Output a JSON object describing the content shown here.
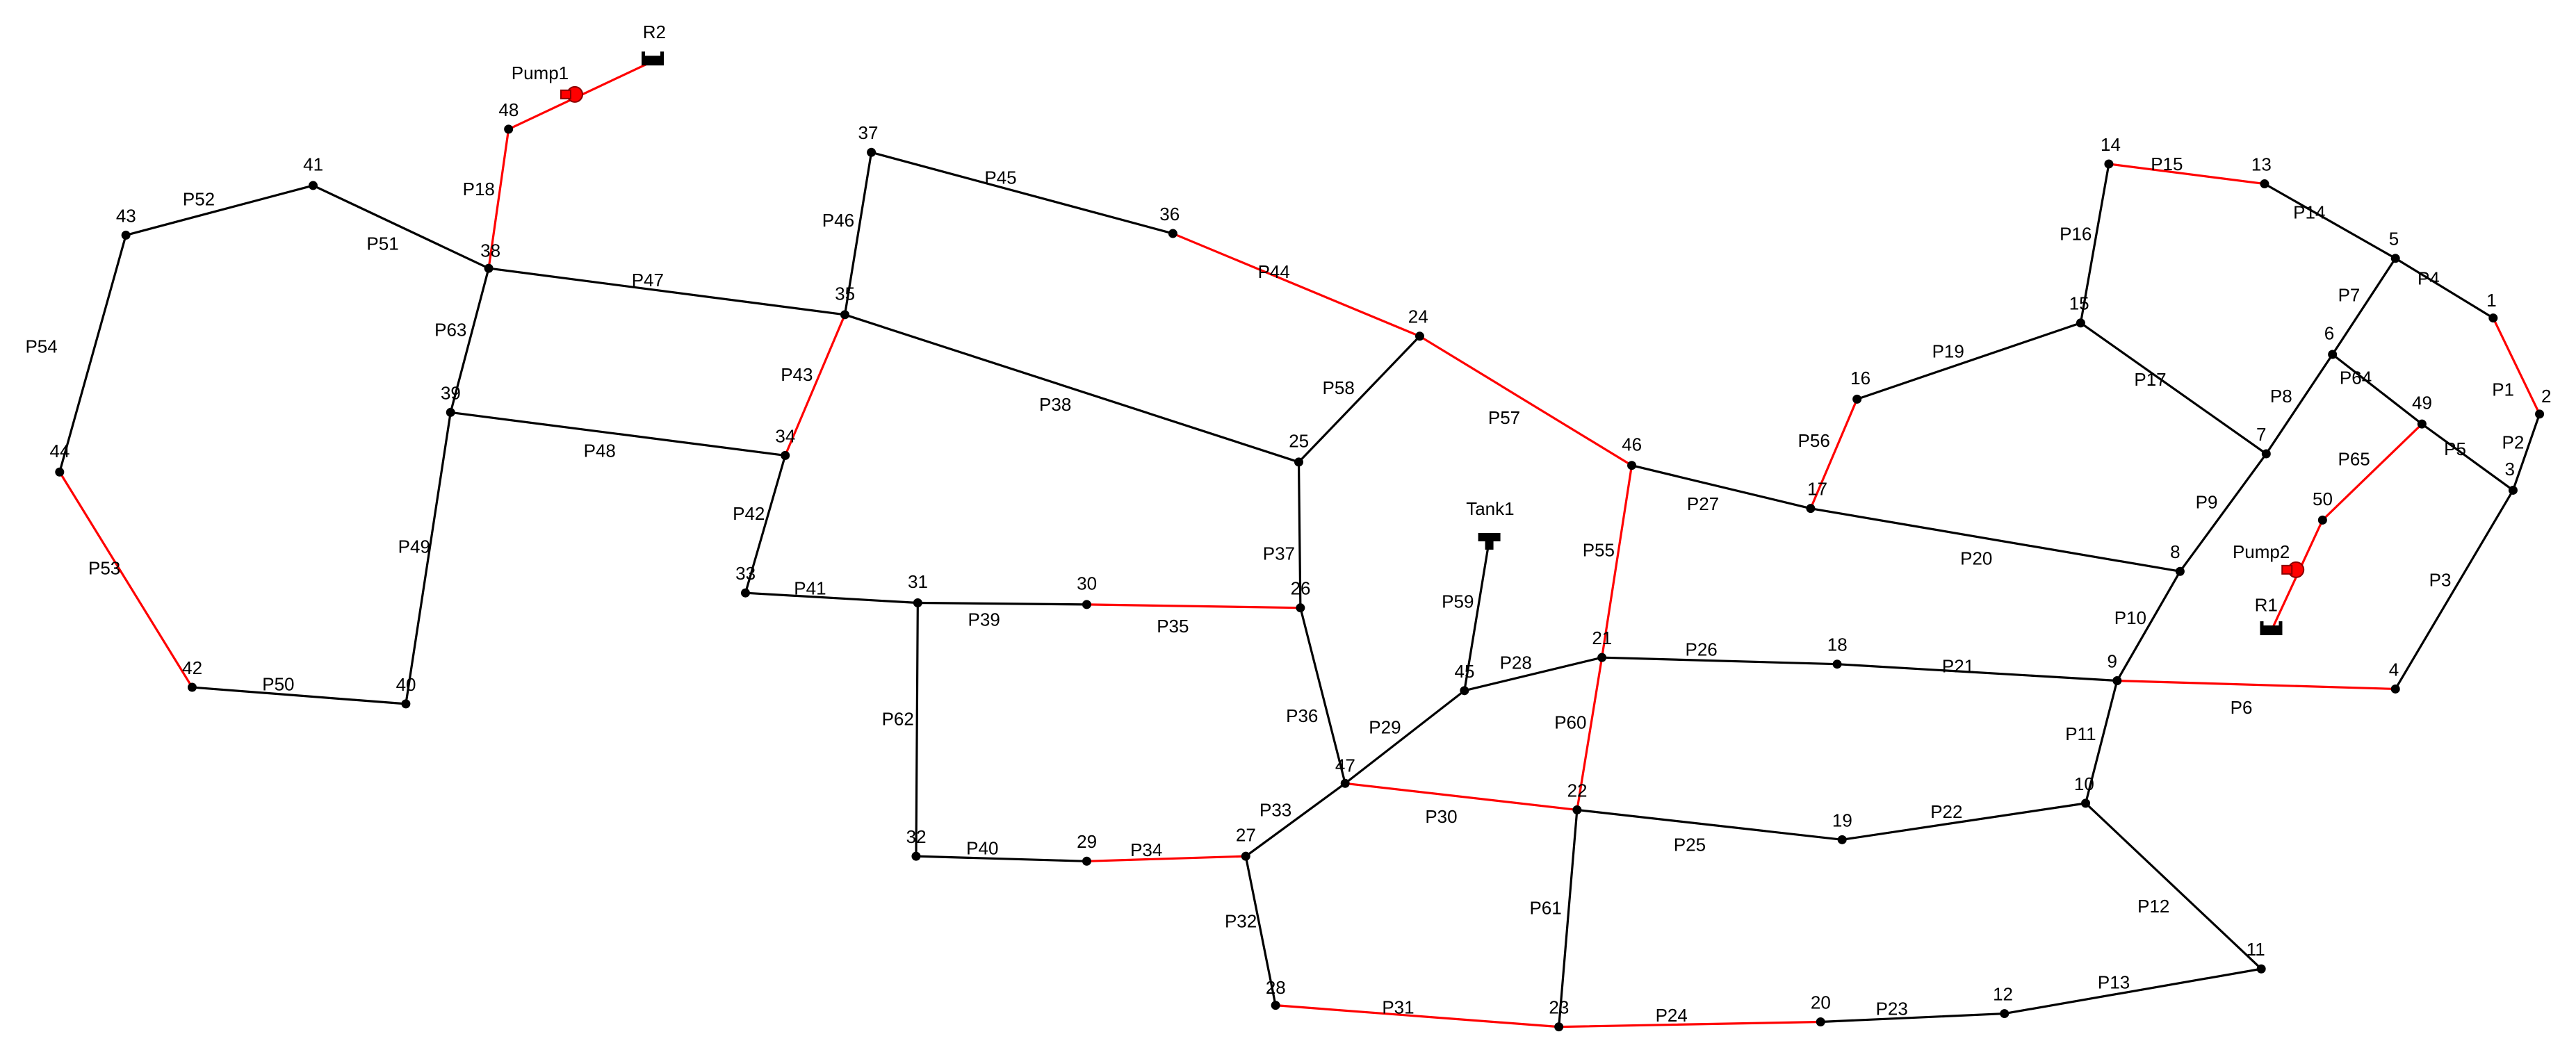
{
  "colors": {
    "background": "#ffffff",
    "pipe_default": "#000000",
    "pipe_highlighted": "#ff0000",
    "node": "#000000",
    "pump": "#ff0000"
  },
  "junctions": [
    "1",
    "2",
    "3",
    "4",
    "5",
    "6",
    "7",
    "8",
    "9",
    "10",
    "11",
    "12",
    "13",
    "14",
    "15",
    "16",
    "17",
    "18",
    "19",
    "20",
    "21",
    "22",
    "23",
    "24",
    "25",
    "26",
    "27",
    "28",
    "29",
    "30",
    "31",
    "32",
    "33",
    "34",
    "35",
    "36",
    "37",
    "38",
    "39",
    "40",
    "41",
    "42",
    "43",
    "44",
    "45",
    "46",
    "47",
    "48",
    "49",
    "50"
  ],
  "reservoirs": [
    "R1",
    "R2"
  ],
  "tanks": [
    "Tank1"
  ],
  "pumps": [
    {
      "id": "Pump1",
      "from": "R2",
      "to": "48"
    },
    {
      "id": "Pump2",
      "from": "R1",
      "to": "50"
    }
  ],
  "pipes": [
    {
      "id": "P1",
      "from": "1",
      "to": "2",
      "highlighted": true
    },
    {
      "id": "P2",
      "from": "2",
      "to": "3",
      "highlighted": false
    },
    {
      "id": "P3",
      "from": "3",
      "to": "4",
      "highlighted": false
    },
    {
      "id": "P4",
      "from": "5",
      "to": "1",
      "highlighted": false
    },
    {
      "id": "P5",
      "from": "49",
      "to": "3",
      "highlighted": false
    },
    {
      "id": "P6",
      "from": "9",
      "to": "4",
      "highlighted": true
    },
    {
      "id": "P7",
      "from": "5",
      "to": "6",
      "highlighted": false
    },
    {
      "id": "P8",
      "from": "6",
      "to": "7",
      "highlighted": false
    },
    {
      "id": "P9",
      "from": "7",
      "to": "8",
      "highlighted": false
    },
    {
      "id": "P10",
      "from": "8",
      "to": "9",
      "highlighted": false
    },
    {
      "id": "P11",
      "from": "9",
      "to": "10",
      "highlighted": false
    },
    {
      "id": "P12",
      "from": "10",
      "to": "11",
      "highlighted": false
    },
    {
      "id": "P13",
      "from": "12",
      "to": "11",
      "highlighted": false
    },
    {
      "id": "P14",
      "from": "13",
      "to": "5",
      "highlighted": false
    },
    {
      "id": "P15",
      "from": "14",
      "to": "13",
      "highlighted": true
    },
    {
      "id": "P16",
      "from": "15",
      "to": "14",
      "highlighted": false
    },
    {
      "id": "P17",
      "from": "15",
      "to": "7",
      "highlighted": false
    },
    {
      "id": "P18",
      "from": "48",
      "to": "38",
      "highlighted": true
    },
    {
      "id": "P19",
      "from": "16",
      "to": "15",
      "highlighted": false
    },
    {
      "id": "P20",
      "from": "17",
      "to": "8",
      "highlighted": false
    },
    {
      "id": "P21",
      "from": "18",
      "to": "9",
      "highlighted": false
    },
    {
      "id": "P22",
      "from": "19",
      "to": "10",
      "highlighted": false
    },
    {
      "id": "P23",
      "from": "20",
      "to": "12",
      "highlighted": false
    },
    {
      "id": "P24",
      "from": "23",
      "to": "20",
      "highlighted": true
    },
    {
      "id": "P25",
      "from": "22",
      "to": "19",
      "highlighted": false
    },
    {
      "id": "P26",
      "from": "21",
      "to": "18",
      "highlighted": false
    },
    {
      "id": "P27",
      "from": "46",
      "to": "17",
      "highlighted": false
    },
    {
      "id": "P28",
      "from": "45",
      "to": "21",
      "highlighted": false
    },
    {
      "id": "P29",
      "from": "47",
      "to": "45",
      "highlighted": false
    },
    {
      "id": "P30",
      "from": "47",
      "to": "22",
      "highlighted": true
    },
    {
      "id": "P31",
      "from": "28",
      "to": "23",
      "highlighted": true
    },
    {
      "id": "P32",
      "from": "27",
      "to": "28",
      "highlighted": false
    },
    {
      "id": "P33",
      "from": "27",
      "to": "47",
      "highlighted": false
    },
    {
      "id": "P34",
      "from": "29",
      "to": "27",
      "highlighted": true
    },
    {
      "id": "P35",
      "from": "30",
      "to": "26",
      "highlighted": true
    },
    {
      "id": "P36",
      "from": "26",
      "to": "47",
      "highlighted": false
    },
    {
      "id": "P37",
      "from": "25",
      "to": "26",
      "highlighted": false
    },
    {
      "id": "P38",
      "from": "35",
      "to": "25",
      "highlighted": false
    },
    {
      "id": "P39",
      "from": "31",
      "to": "30",
      "highlighted": false
    },
    {
      "id": "P40",
      "from": "32",
      "to": "29",
      "highlighted": false
    },
    {
      "id": "P41",
      "from": "33",
      "to": "31",
      "highlighted": false
    },
    {
      "id": "P42",
      "from": "34",
      "to": "33",
      "highlighted": false
    },
    {
      "id": "P43",
      "from": "34",
      "to": "35",
      "highlighted": true
    },
    {
      "id": "P44",
      "from": "36",
      "to": "24",
      "highlighted": true
    },
    {
      "id": "P45",
      "from": "37",
      "to": "36",
      "highlighted": false
    },
    {
      "id": "P46",
      "from": "37",
      "to": "35",
      "highlighted": false
    },
    {
      "id": "P47",
      "from": "38",
      "to": "35",
      "highlighted": false
    },
    {
      "id": "P48",
      "from": "39",
      "to": "34",
      "highlighted": false
    },
    {
      "id": "P49",
      "from": "39",
      "to": "40",
      "highlighted": false
    },
    {
      "id": "P50",
      "from": "42",
      "to": "40",
      "highlighted": false
    },
    {
      "id": "P51",
      "from": "41",
      "to": "38",
      "highlighted": false
    },
    {
      "id": "P52",
      "from": "43",
      "to": "41",
      "highlighted": false
    },
    {
      "id": "P53",
      "from": "44",
      "to": "42",
      "highlighted": true
    },
    {
      "id": "P54",
      "from": "43",
      "to": "44",
      "highlighted": false
    },
    {
      "id": "P55",
      "from": "46",
      "to": "21",
      "highlighted": true
    },
    {
      "id": "P56",
      "from": "17",
      "to": "16",
      "highlighted": true
    },
    {
      "id": "P57",
      "from": "24",
      "to": "46",
      "highlighted": true
    },
    {
      "id": "P58",
      "from": "25",
      "to": "24",
      "highlighted": false
    },
    {
      "id": "P59",
      "from": "Tank1",
      "to": "45",
      "highlighted": false
    },
    {
      "id": "P60",
      "from": "21",
      "to": "22",
      "highlighted": true
    },
    {
      "id": "P61",
      "from": "22",
      "to": "23",
      "highlighted": false
    },
    {
      "id": "P62",
      "from": "31",
      "to": "32",
      "highlighted": false
    },
    {
      "id": "P63",
      "from": "38",
      "to": "39",
      "highlighted": false
    },
    {
      "id": "P64",
      "from": "6",
      "to": "49",
      "highlighted": false
    },
    {
      "id": "P65",
      "from": "49",
      "to": "50",
      "highlighted": true
    }
  ]
}
